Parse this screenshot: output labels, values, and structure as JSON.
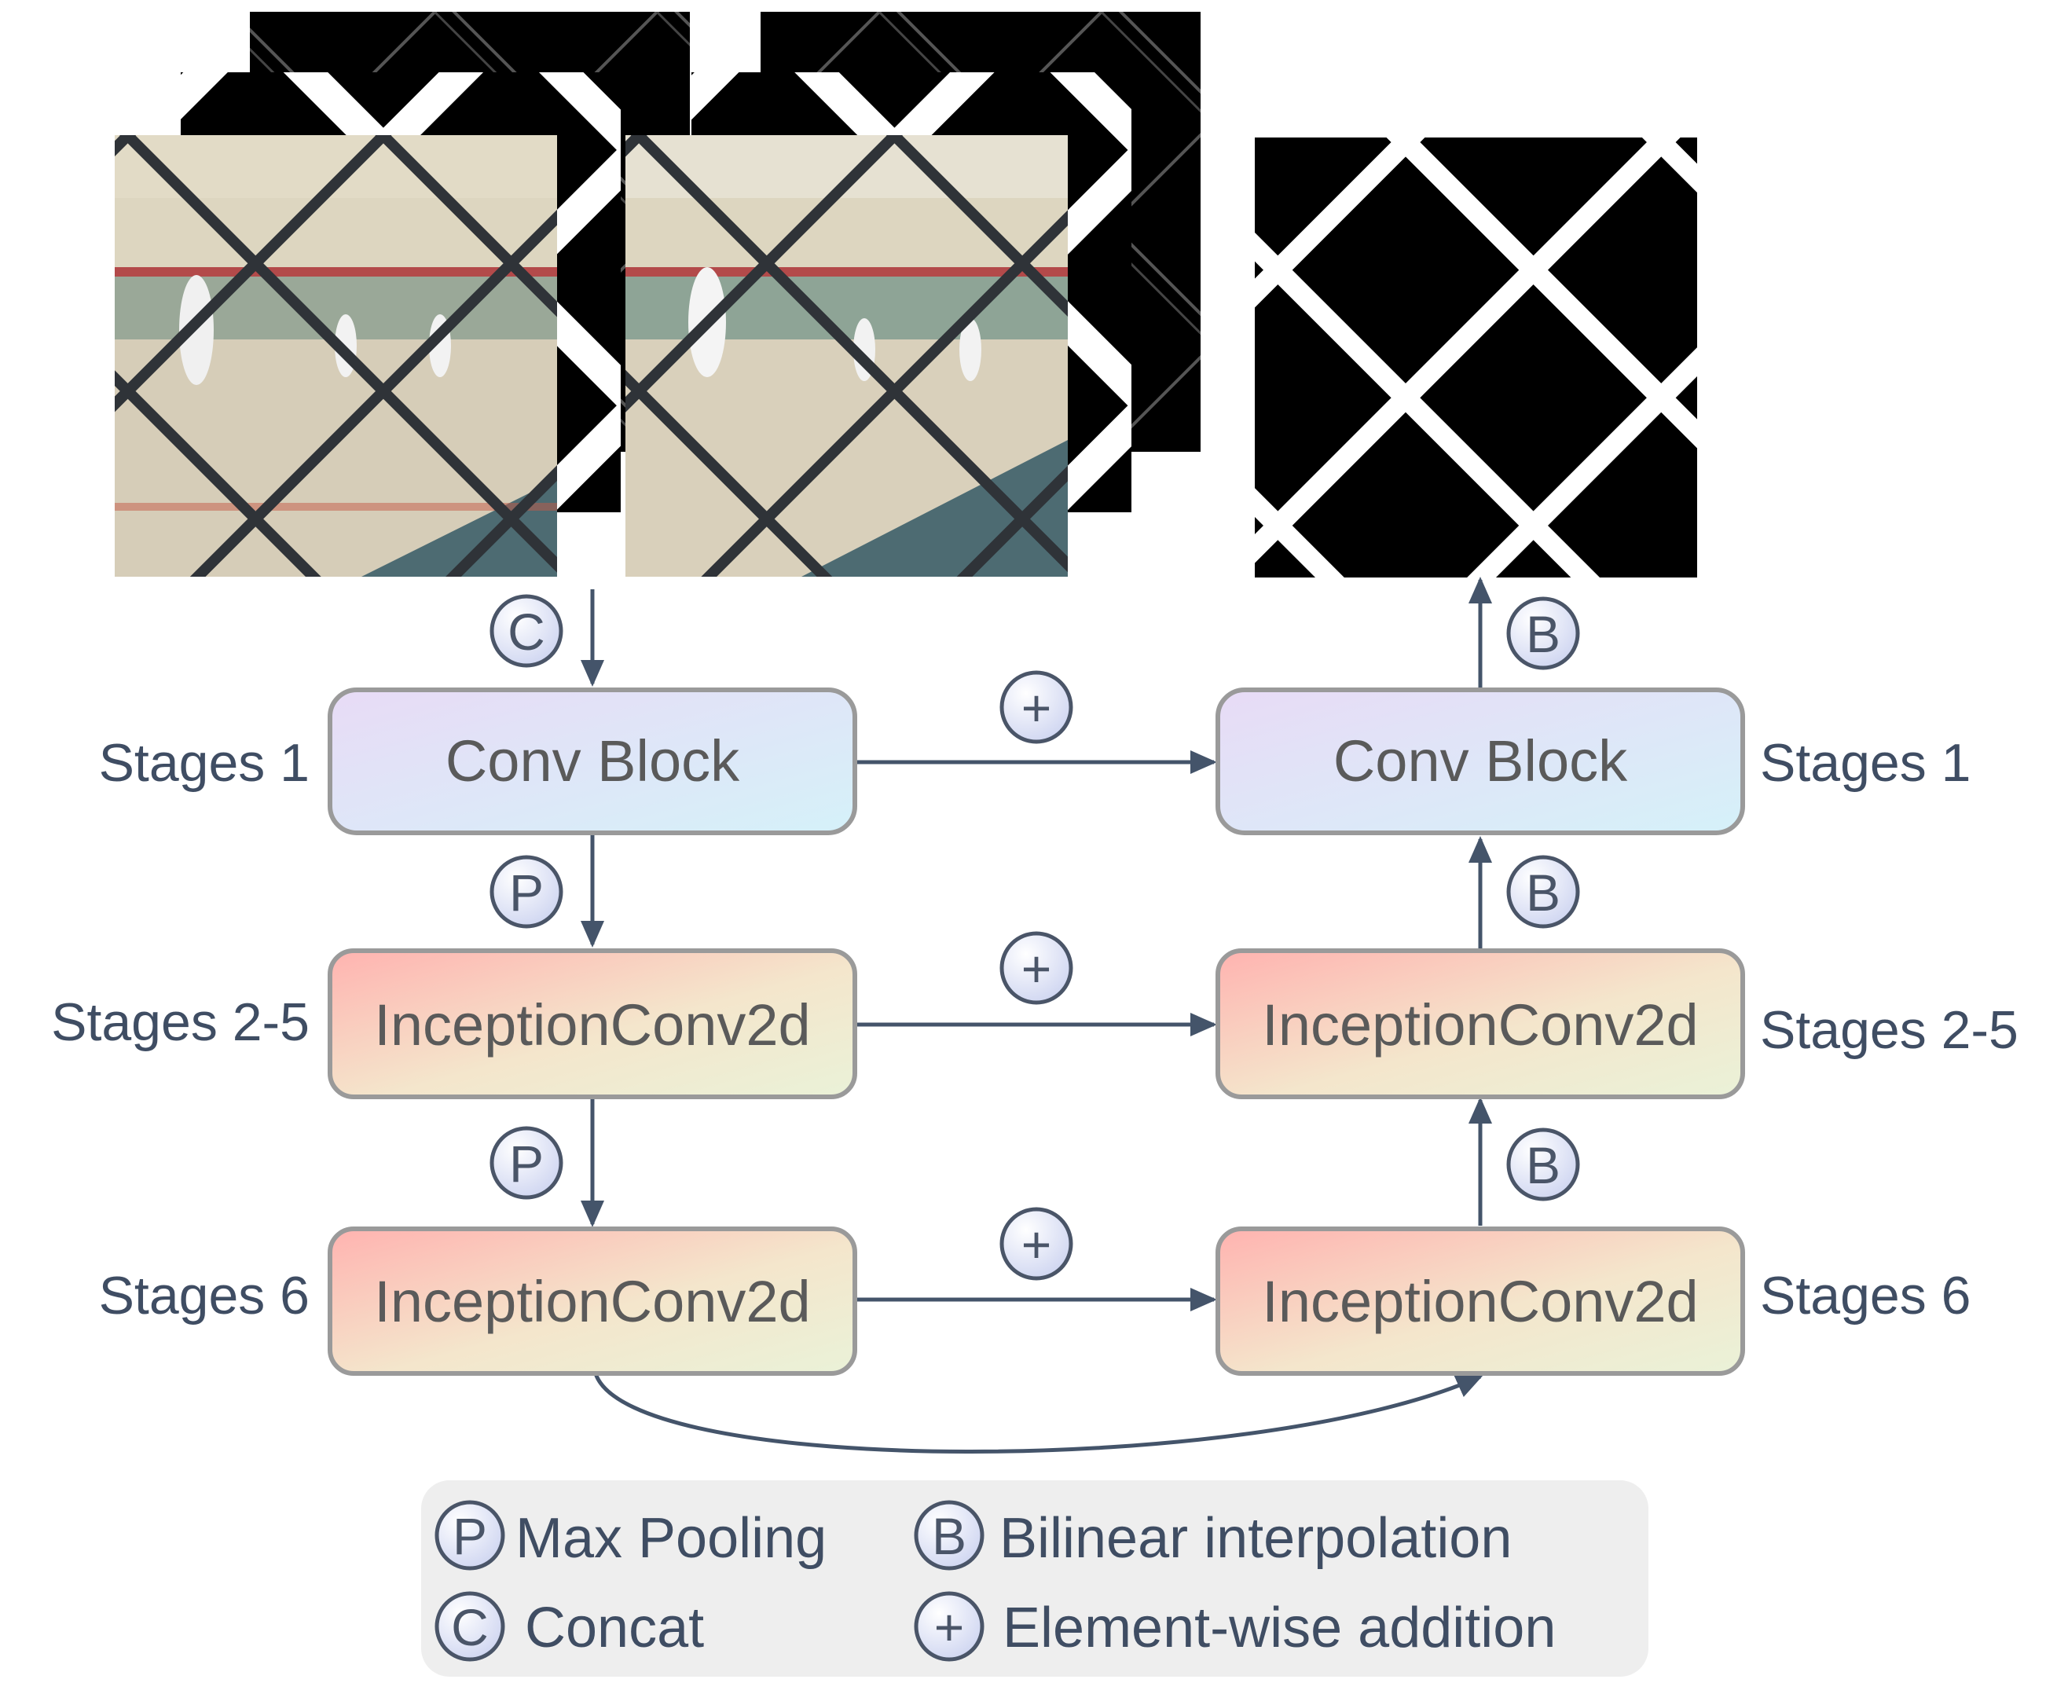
{
  "encoder": {
    "stages": [
      {
        "label": "Stages 1",
        "block": "Conv Block"
      },
      {
        "label": "Stages 2-5",
        "block": "InceptionConv2d"
      },
      {
        "label": "Stages 6",
        "block": "InceptionConv2d"
      }
    ],
    "input_symbol": "C",
    "downsample_symbols": [
      "P",
      "P"
    ]
  },
  "decoder": {
    "stages": [
      {
        "label": "Stages 1",
        "block": "Conv Block"
      },
      {
        "label": "Stages 2-5",
        "block": "InceptionConv2d"
      },
      {
        "label": "Stages 6",
        "block": "InceptionConv2d"
      }
    ],
    "output_symbol": "B",
    "upsample_symbols": [
      "B",
      "B"
    ]
  },
  "skip_symbols": [
    "+",
    "+",
    "+"
  ],
  "legend": {
    "items": [
      {
        "symbol": "P",
        "text": "Max Pooling"
      },
      {
        "symbol": "B",
        "text": "Bilinear interpolation"
      },
      {
        "symbol": "C",
        "text": "Concat"
      },
      {
        "symbol": "+",
        "text": "Element-wise addition"
      }
    ]
  },
  "colors": {
    "arrow": "#44546a",
    "label": "#3f4d63",
    "conv_block_gradient": [
      "#e6dcf6",
      "#d8f0f8"
    ],
    "inception_gradient": [
      "#fdb9b5",
      "#eef1d6"
    ],
    "symbol_fill": [
      "#ffffff",
      "#d2d8f2"
    ],
    "legend_bg": "#eeeeee"
  }
}
